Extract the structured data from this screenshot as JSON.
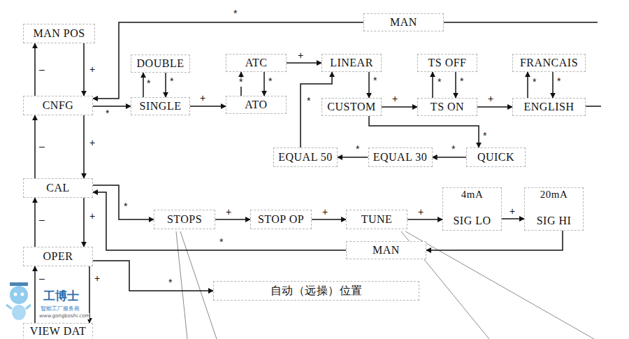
{
  "diagram": {
    "nodes": [
      {
        "text": [
          "MAN POS"
        ]
      },
      {
        "text": [
          "MAN"
        ]
      },
      {
        "text": [
          "CNFG"
        ]
      },
      {
        "text": [
          "DOUBLE"
        ]
      },
      {
        "text": [
          "SINGLE"
        ]
      },
      {
        "text": [
          "ATC"
        ]
      },
      {
        "text": [
          "ATO"
        ]
      },
      {
        "text": [
          "LINEAR"
        ]
      },
      {
        "text": [
          "CUSTOM"
        ]
      },
      {
        "text": [
          "TS OFF"
        ]
      },
      {
        "text": [
          "TS ON"
        ]
      },
      {
        "text": [
          "FRANCAIS"
        ]
      },
      {
        "text": [
          "ENGLISH"
        ]
      },
      {
        "text": [
          "EQUAL 50"
        ]
      },
      {
        "text": [
          "EQUAL 30"
        ]
      },
      {
        "text": [
          "QUICK"
        ]
      },
      {
        "text": [
          "CAL"
        ]
      },
      {
        "text": [
          "STOPS"
        ]
      },
      {
        "text": [
          "STOP OP"
        ]
      },
      {
        "text": [
          "TUNE"
        ]
      },
      {
        "text": [
          "4mA",
          "SIG LO"
        ]
      },
      {
        "text": [
          "20mA",
          "SIG HI"
        ]
      },
      {
        "text": [
          "MAN"
        ]
      },
      {
        "text": [
          "OPER"
        ]
      },
      {
        "text": [
          "自动（远操）位置"
        ]
      },
      {
        "text": [
          "VIEW DAT"
        ]
      }
    ],
    "edges": [
      {
        "from": 0,
        "to": 2,
        "label": "+",
        "arrow": "to"
      },
      {
        "from": 2,
        "to": 0,
        "label": "–",
        "arrow": "to"
      },
      {
        "from": 2,
        "to": 16,
        "label": "+",
        "arrow": "to"
      },
      {
        "from": 16,
        "to": 2,
        "label": "–",
        "arrow": "to"
      },
      {
        "from": 16,
        "to": 23,
        "label": "+",
        "arrow": "to"
      },
      {
        "from": 23,
        "to": 16,
        "label": "–",
        "arrow": "to"
      },
      {
        "from": 23,
        "to": 25,
        "label": "+",
        "arrow": "to"
      },
      {
        "from": 25,
        "to": 23,
        "label": "–",
        "arrow": "to"
      },
      {
        "from": 2,
        "to": 4,
        "label": "*",
        "arrow": "to"
      },
      {
        "from": 4,
        "to": 3,
        "label": "*",
        "arrow": "to"
      },
      {
        "from": 3,
        "to": 4,
        "label": "*",
        "arrow": "to"
      },
      {
        "from": 4,
        "to": 6,
        "label": "+",
        "arrow": "to"
      },
      {
        "from": 6,
        "to": 5,
        "label": "*",
        "arrow": "to"
      },
      {
        "from": 5,
        "to": 6,
        "label": "*",
        "arrow": "to"
      },
      {
        "from": 5,
        "to": 7,
        "label": "+",
        "arrow": "to"
      },
      {
        "from": 7,
        "to": 8,
        "label": "*",
        "arrow": "to"
      },
      {
        "from": 8,
        "to": 10,
        "label": "+",
        "arrow": "to"
      },
      {
        "from": 10,
        "to": 9,
        "label": "*",
        "arrow": "to"
      },
      {
        "from": 9,
        "to": 10,
        "label": "*",
        "arrow": "to"
      },
      {
        "from": 10,
        "to": 12,
        "label": "+",
        "arrow": "to"
      },
      {
        "from": 12,
        "to": 11,
        "label": "*",
        "arrow": "to"
      },
      {
        "from": 11,
        "to": 12,
        "label": "*",
        "arrow": "to"
      },
      {
        "from": 8,
        "to": 15,
        "label": "*",
        "arrow": "to"
      },
      {
        "from": 15,
        "to": 14,
        "label": "*",
        "arrow": "to"
      },
      {
        "from": 14,
        "to": 13,
        "label": "*",
        "arrow": "to"
      },
      {
        "from": 13,
        "to": 7,
        "label": "*",
        "arrow": "to"
      },
      {
        "from": 1,
        "to": 2,
        "label": "*",
        "arrow": "to"
      },
      {
        "from": 22,
        "to": 16,
        "label": "*",
        "arrow": "to"
      },
      {
        "from": 21,
        "to": 22,
        "arrow": "to"
      },
      {
        "from": 16,
        "to": 17,
        "label": "*",
        "arrow": "to"
      },
      {
        "from": 17,
        "to": 18,
        "label": "+",
        "arrow": "to"
      },
      {
        "from": 18,
        "to": 19,
        "label": "+",
        "arrow": "to"
      },
      {
        "from": 19,
        "to": 20,
        "label": "+",
        "arrow": "to"
      },
      {
        "from": 20,
        "to": 21,
        "label": "+",
        "arrow": "to"
      },
      {
        "from": 23,
        "to": 24,
        "label": "*",
        "arrow": "to"
      }
    ],
    "labels": [
      "工博士",
      "智能工厂服务商",
      "www.gongboshi.com"
    ]
  }
}
